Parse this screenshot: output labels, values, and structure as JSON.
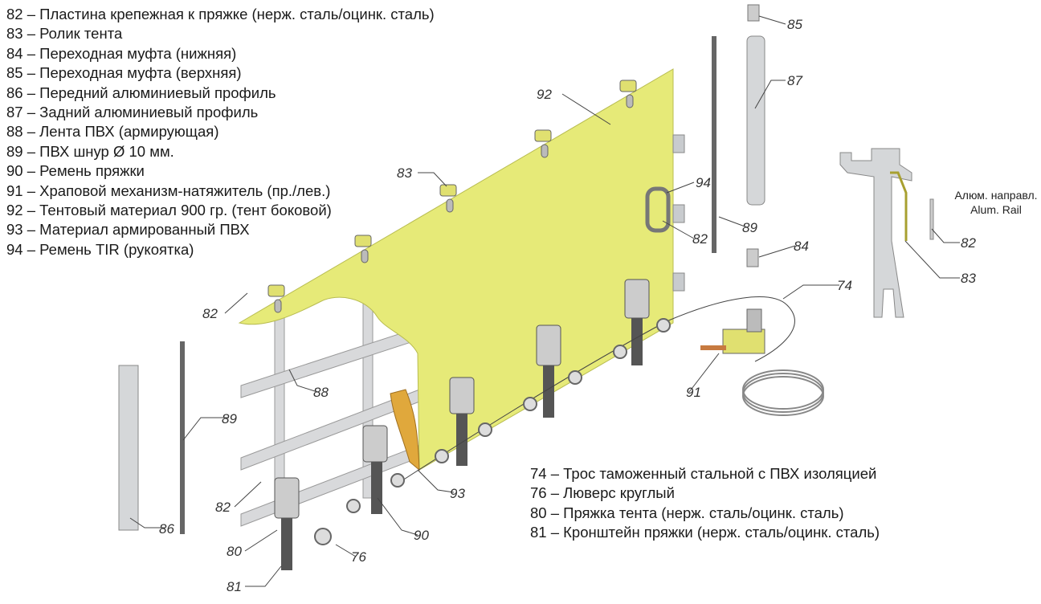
{
  "legend_top": [
    "82 – Пластина крепежная к пряжке (нерж. сталь/оцинк. сталь)",
    "83 – Ролик тента",
    "84 – Переходная муфта (нижняя)",
    "85 – Переходная муфта (верхняя)",
    "86 – Передний алюминиевый профиль",
    "87 – Задний алюминиевый профиль",
    "88 – Лента ПВХ (армирующая)",
    "89 – ПВХ шнур Ø 10 мм.",
    "90 – Ремень пряжки",
    "91 – Храповой механизм-натяжитель (пр./лев.)",
    "92 – Тентовый материал 900 гр. (тент боковой)",
    "93 – Материал армированный ПВХ",
    "94 – Ремень TIR (рукоятка)"
  ],
  "legend_bottom": [
    "74 – Трос таможенный стальной с ПВХ изоляцией",
    "76 – Люверс круглый",
    "80 – Пряжка тента (нерж. сталь/оцинк. сталь)",
    "81 – Кронштейн пряжки (нерж. сталь/оцинк. сталь)"
  ],
  "rail_label": {
    "ru": "Алюм. направл.",
    "en": "Alum. Rail"
  },
  "callouts": {
    "c85": "85",
    "c87": "87",
    "c92": "92",
    "c83a": "83",
    "c94": "94",
    "c82a": "82",
    "c89a": "89",
    "c84": "84",
    "c82b": "82",
    "c74": "74",
    "c88": "88",
    "c89b": "89",
    "c91": "91",
    "c93": "93",
    "c82c": "82",
    "c86": "86",
    "c90": "90",
    "c80": "80",
    "c76": "76",
    "c81": "81",
    "c82r": "82",
    "c83r": "83"
  },
  "colors": {
    "tarp": "#e6ea78",
    "metal": "#c8cbce",
    "strap": "#555555",
    "reinforcement": "#e0a83c"
  }
}
